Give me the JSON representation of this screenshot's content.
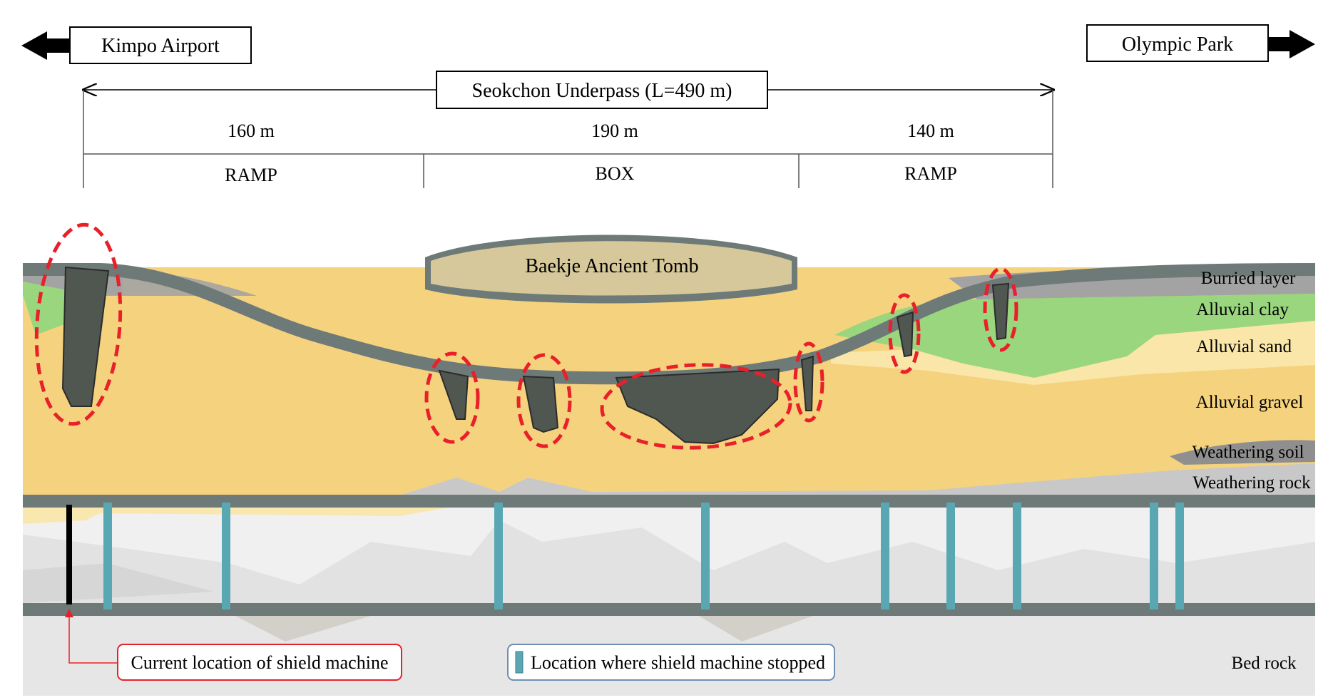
{
  "header": {
    "left_destination": "Kimpo Airport",
    "right_destination": "Olympic Park",
    "underpass_title": "Seokchon Underpass (L=490 m)",
    "sections": [
      {
        "length": "160 m",
        "type": "RAMP"
      },
      {
        "length": "190 m",
        "type": "BOX"
      },
      {
        "length": "140 m",
        "type": "RAMP"
      }
    ]
  },
  "tomb_label": "Baekje Ancient Tomb",
  "soil_layers": [
    "Burried layer",
    "Alluvial clay",
    "Alluvial sand",
    "Alluvial gravel",
    "Weathering soil",
    "Weathering rock",
    "Bed rock"
  ],
  "legend": {
    "current_location": "Current location of shield machine",
    "stopped_location": "Location where shield machine stopped"
  },
  "colors": {
    "tunnel": "#6e7a78",
    "gravel": "#f5d27e",
    "clay": "#9ad67d",
    "sand": "#f9e6a8",
    "buried": "#9d9d9d",
    "rock": "#e6e6e6",
    "cavity": "#505650",
    "highlight": "#e8202a",
    "stop_marker": "#5aa7b4",
    "tomb": "#d6c89a"
  }
}
